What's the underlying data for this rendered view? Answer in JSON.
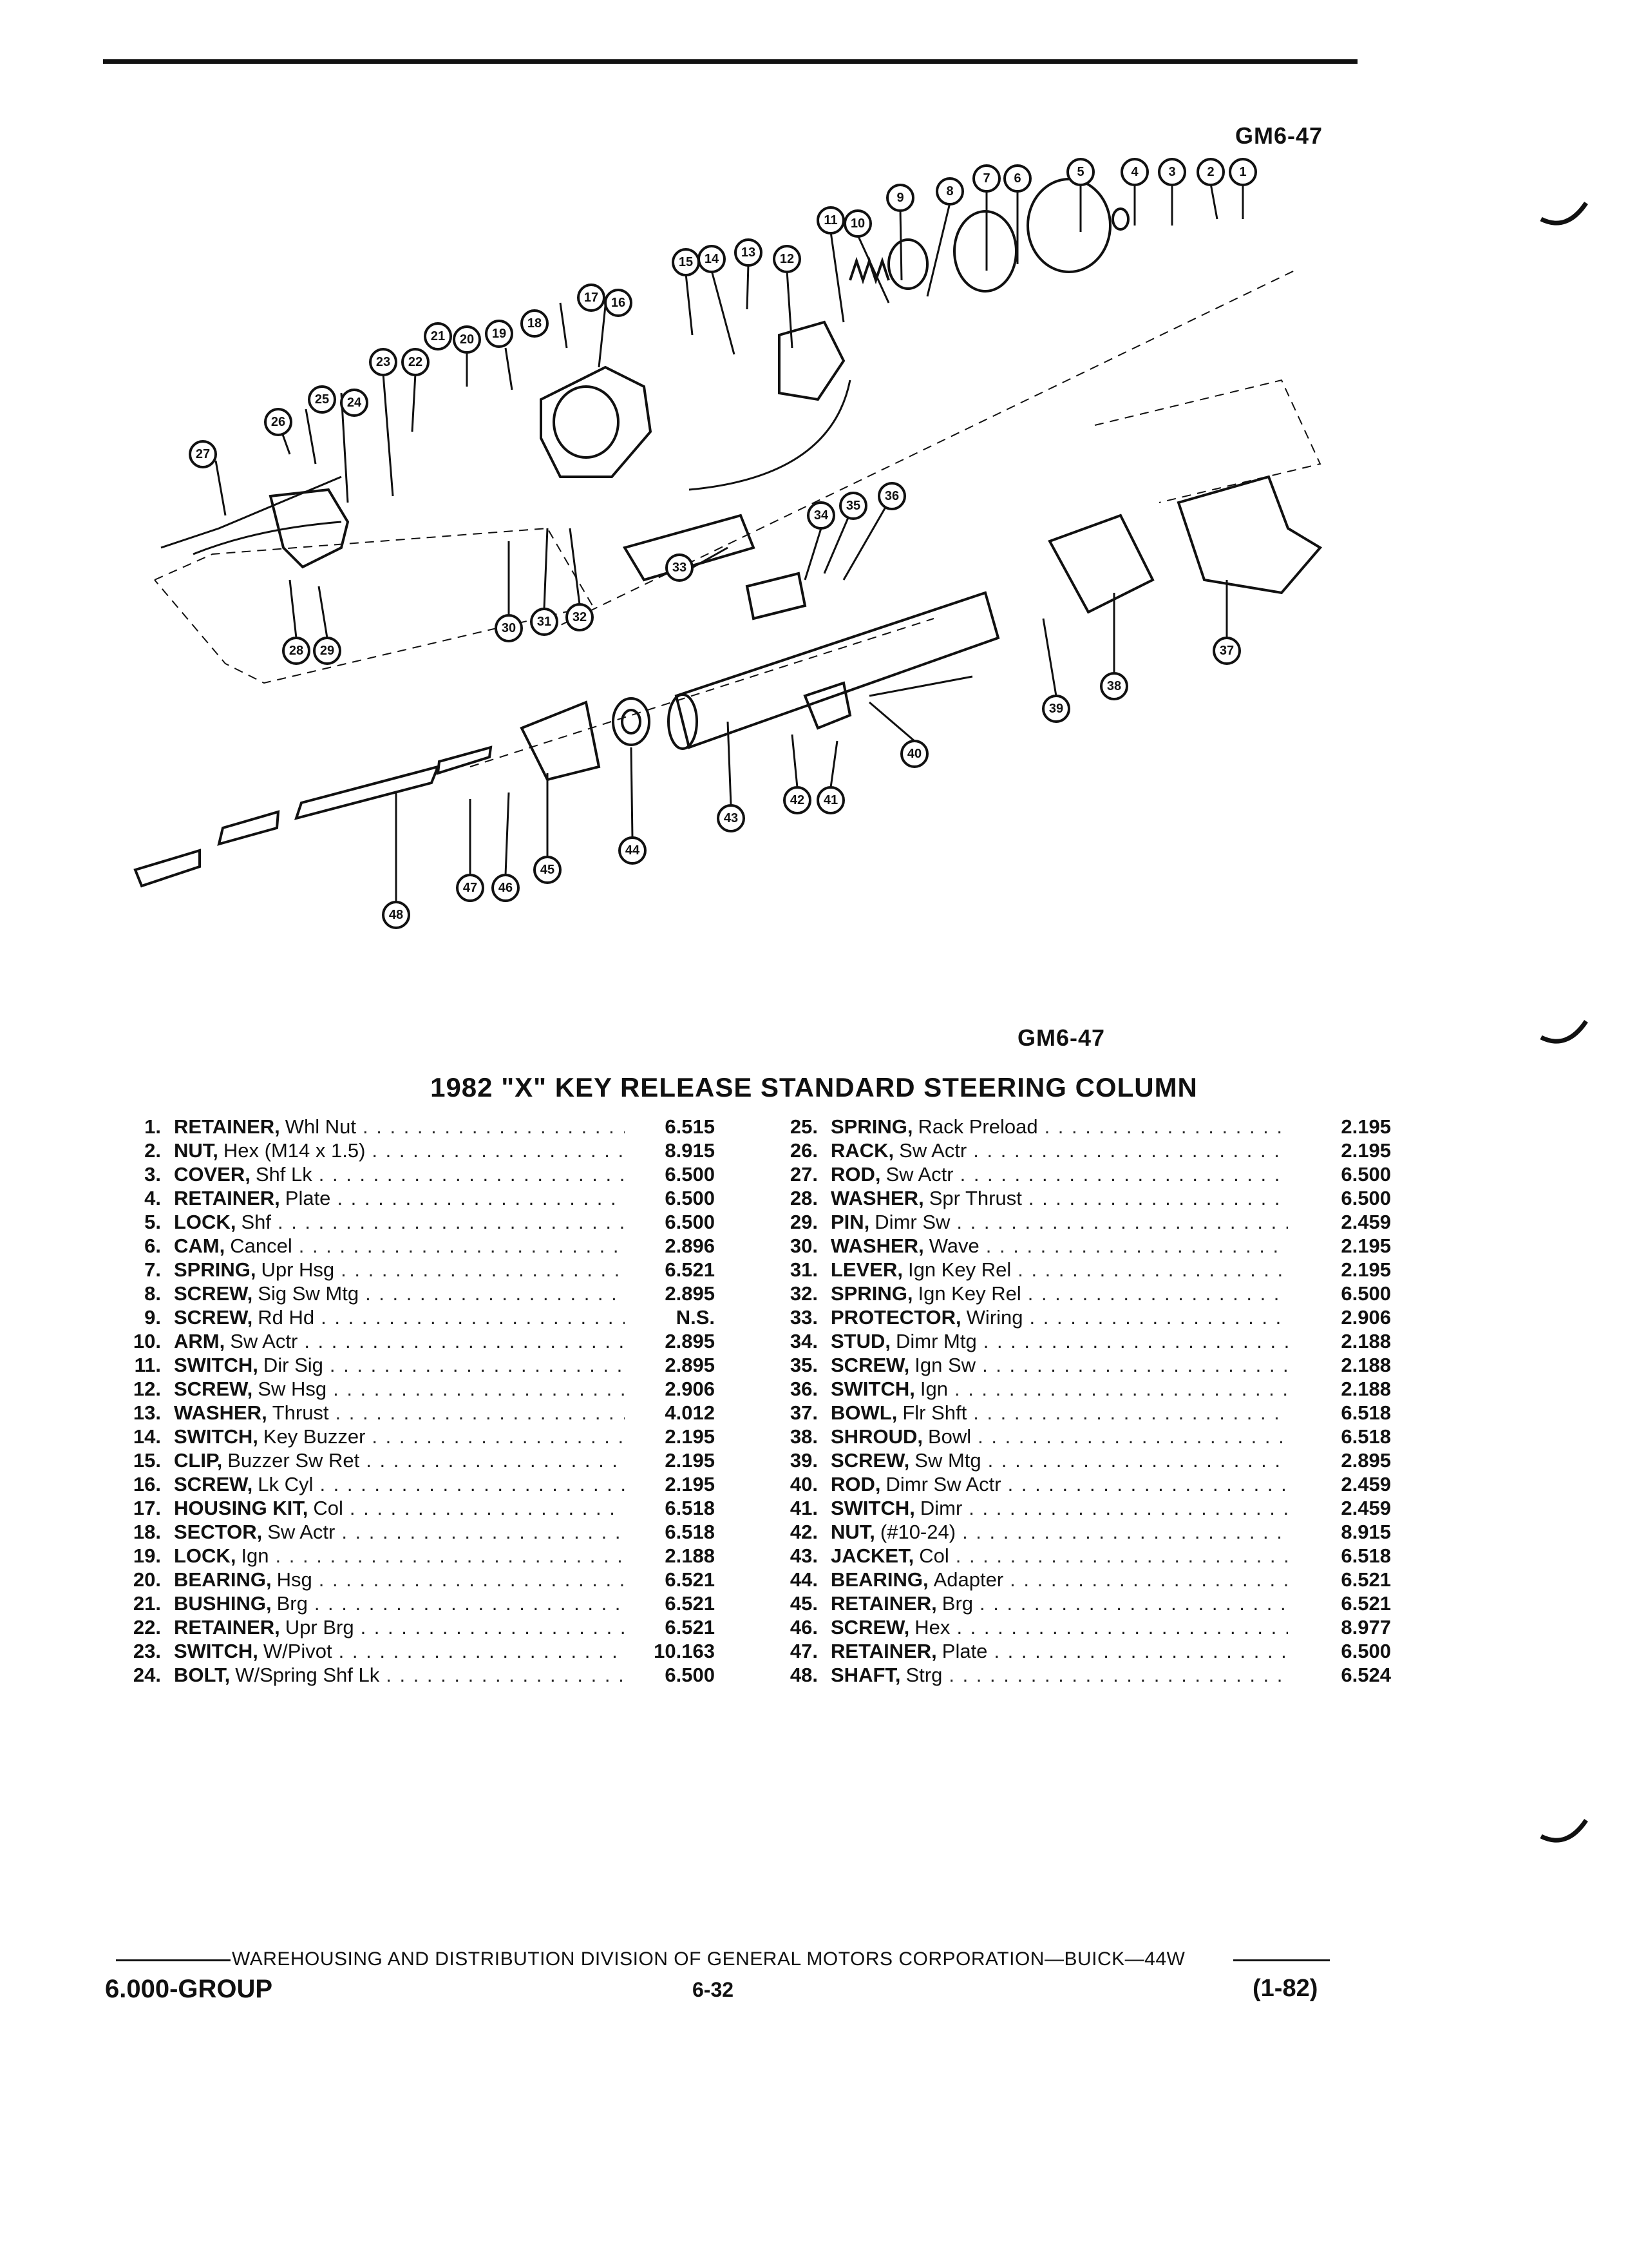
{
  "figure_code": "GM6-47",
  "title": "1982 \"X\" KEY RELEASE STANDARD STEERING COLUMN",
  "parts_left": [
    {
      "no": "1.",
      "name": "RETAINER,",
      "desc": "Whl Nut",
      "group": "6.515"
    },
    {
      "no": "2.",
      "name": "NUT,",
      "desc": "Hex (M14 x 1.5)",
      "group": "8.915"
    },
    {
      "no": "3.",
      "name": "COVER,",
      "desc": "Shf Lk",
      "group": "6.500"
    },
    {
      "no": "4.",
      "name": "RETAINER,",
      "desc": "Plate",
      "group": "6.500"
    },
    {
      "no": "5.",
      "name": "LOCK,",
      "desc": "Shf",
      "group": "6.500"
    },
    {
      "no": "6.",
      "name": "CAM,",
      "desc": "Cancel",
      "group": "2.896"
    },
    {
      "no": "7.",
      "name": "SPRING,",
      "desc": "Upr Hsg",
      "group": "6.521"
    },
    {
      "no": "8.",
      "name": "SCREW,",
      "desc": "Sig Sw Mtg",
      "group": "2.895"
    },
    {
      "no": "9.",
      "name": "SCREW,",
      "desc": "Rd Hd",
      "group": "N.S."
    },
    {
      "no": "10.",
      "name": "ARM,",
      "desc": "Sw Actr",
      "group": "2.895"
    },
    {
      "no": "11.",
      "name": "SWITCH,",
      "desc": "Dir Sig",
      "group": "2.895"
    },
    {
      "no": "12.",
      "name": "SCREW,",
      "desc": "Sw Hsg",
      "group": "2.906"
    },
    {
      "no": "13.",
      "name": "WASHER,",
      "desc": "Thrust",
      "group": "4.012"
    },
    {
      "no": "14.",
      "name": "SWITCH,",
      "desc": "Key Buzzer",
      "group": "2.195"
    },
    {
      "no": "15.",
      "name": "CLIP,",
      "desc": "Buzzer Sw Ret",
      "group": "2.195"
    },
    {
      "no": "16.",
      "name": "SCREW,",
      "desc": "Lk Cyl",
      "group": "2.195"
    },
    {
      "no": "17.",
      "name": "HOUSING KIT,",
      "desc": "Col",
      "group": "6.518"
    },
    {
      "no": "18.",
      "name": "SECTOR,",
      "desc": "Sw Actr",
      "group": "6.518"
    },
    {
      "no": "19.",
      "name": "LOCK,",
      "desc": "Ign",
      "group": "2.188"
    },
    {
      "no": "20.",
      "name": "BEARING,",
      "desc": "Hsg",
      "group": "6.521"
    },
    {
      "no": "21.",
      "name": "BUSHING,",
      "desc": "Brg",
      "group": "6.521"
    },
    {
      "no": "22.",
      "name": "RETAINER,",
      "desc": "Upr Brg",
      "group": "6.521"
    },
    {
      "no": "23.",
      "name": "SWITCH,",
      "desc": "W/Pivot",
      "group": "10.163"
    },
    {
      "no": "24.",
      "name": "BOLT,",
      "desc": "W/Spring Shf Lk",
      "group": "6.500"
    }
  ],
  "parts_right": [
    {
      "no": "25.",
      "name": "SPRING,",
      "desc": "Rack Preload",
      "group": "2.195"
    },
    {
      "no": "26.",
      "name": "RACK,",
      "desc": "Sw Actr",
      "group": "2.195"
    },
    {
      "no": "27.",
      "name": "ROD,",
      "desc": "Sw Actr",
      "group": "6.500"
    },
    {
      "no": "28.",
      "name": "WASHER,",
      "desc": "Spr Thrust",
      "group": "6.500"
    },
    {
      "no": "29.",
      "name": "PIN,",
      "desc": "Dimr Sw",
      "group": "2.459"
    },
    {
      "no": "30.",
      "name": "WASHER,",
      "desc": "Wave",
      "group": "2.195"
    },
    {
      "no": "31.",
      "name": "LEVER,",
      "desc": "Ign Key Rel",
      "group": "2.195"
    },
    {
      "no": "32.",
      "name": "SPRING,",
      "desc": "Ign Key Rel",
      "group": "6.500"
    },
    {
      "no": "33.",
      "name": "PROTECTOR,",
      "desc": "Wiring",
      "group": "2.906"
    },
    {
      "no": "34.",
      "name": "STUD,",
      "desc": "Dimr Mtg",
      "group": "2.188"
    },
    {
      "no": "35.",
      "name": "SCREW,",
      "desc": "Ign Sw",
      "group": "2.188"
    },
    {
      "no": "36.",
      "name": "SWITCH,",
      "desc": "Ign",
      "group": "2.188"
    },
    {
      "no": "37.",
      "name": "BOWL,",
      "desc": "Flr Shft",
      "group": "6.518"
    },
    {
      "no": "38.",
      "name": "SHROUD,",
      "desc": "Bowl",
      "group": "6.518"
    },
    {
      "no": "39.",
      "name": "SCREW,",
      "desc": "Sw Mtg",
      "group": "2.895"
    },
    {
      "no": "40.",
      "name": "ROD,",
      "desc": "Dimr Sw Actr",
      "group": "2.459"
    },
    {
      "no": "41.",
      "name": "SWITCH,",
      "desc": "Dimr",
      "group": "2.459"
    },
    {
      "no": "42.",
      "name": "NUT,",
      "desc": "(#10-24)",
      "group": "8.915"
    },
    {
      "no": "43.",
      "name": "JACKET,",
      "desc": "Col",
      "group": "6.518"
    },
    {
      "no": "44.",
      "name": "BEARING,",
      "desc": "Adapter",
      "group": "6.521"
    },
    {
      "no": "45.",
      "name": "RETAINER,",
      "desc": "Brg",
      "group": "6.521"
    },
    {
      "no": "46.",
      "name": "SCREW,",
      "desc": "Hex",
      "group": "8.977"
    },
    {
      "no": "47.",
      "name": "RETAINER,",
      "desc": "Plate",
      "group": "6.500"
    },
    {
      "no": "48.",
      "name": "SHAFT,",
      "desc": "Strg",
      "group": "6.524"
    }
  ],
  "footer": {
    "text": "WAREHOUSING AND DISTRIBUTION DIVISION OF GENERAL MOTORS CORPORATION—BUICK—44W",
    "group": "6.000-GROUP",
    "page": "6-32",
    "date": "(1-82)"
  }
}
